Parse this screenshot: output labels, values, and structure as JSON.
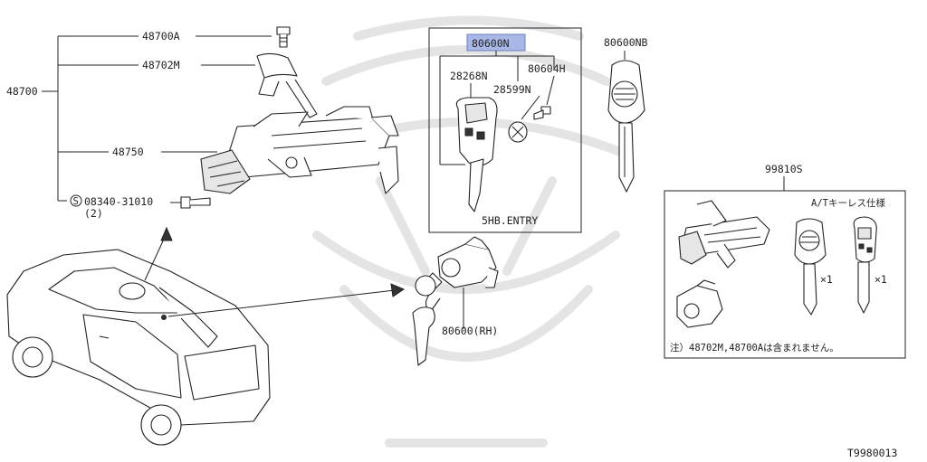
{
  "labels": {
    "assembly": "48700",
    "cap_bolt": "48700A",
    "shroud": "48702M",
    "cylinder": "48750",
    "screw": "08340-31010",
    "screw_qty": "(2)",
    "screw_prefix": "S",
    "key_set": "80600N",
    "remote_key": "28268N",
    "remote_screw": "80604H",
    "battery": "28599N",
    "blank_key": "80600NB",
    "door_cylinder": "80600(RH)",
    "lock_set": "99810S",
    "entry_system": "5HB.ENTRY",
    "lock_set_spec": "A/Tキーレス仕様",
    "qty_key": "×1",
    "qty_remote": "×1",
    "lock_set_note": "注）48702M,48700Aは含まれません。",
    "drawing_code": "T9980013"
  },
  "colors": {
    "line": "#222222",
    "highlight": "#a9b7e6",
    "watermark": "#e4e4e4"
  }
}
